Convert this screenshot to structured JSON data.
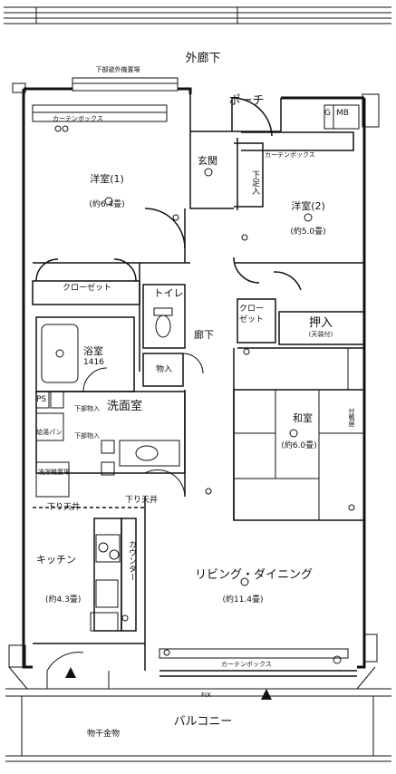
{
  "corridor": "外廊下",
  "porch": "ポーチ",
  "entrance": "玄関",
  "shoe_box": "下足入",
  "meter_box": "MB",
  "gas": "G",
  "kobeya": "下部避外機置場",
  "curtain_top_left": "カーテンボックス",
  "curtain_top_right": "カーテンボックス",
  "curtain_bottom": "カーテンボックス",
  "western1": {
    "name": "洋室(1)",
    "size": "(約6.4畳)"
  },
  "western2": {
    "name": "洋室(2)",
    "size": "(約5.0畳)"
  },
  "closet1": "クローゼット",
  "closet2": "クロー\nゼット",
  "oshiire": {
    "name": "押入",
    "note": "(天袋付)"
  },
  "toilet": "トイレ",
  "hallway": "廊下",
  "bathroom": {
    "name": "浴室",
    "size": "1416"
  },
  "storage": "物入",
  "washroom": "洗面室",
  "ps": "PS",
  "lower_storage": "下部物入",
  "water_heater": "給湯パン",
  "washing_machine": "洗濯機置場",
  "washroom_storage": "下部物入",
  "japanese_room": {
    "name": "和室",
    "size": "(約6.0畳)"
  },
  "kitchen": {
    "name": "キッチン",
    "size": "(約4.3畳)"
  },
  "counter": "カウンター",
  "lowered_ceiling_1": "下り天井",
  "lowered_ceiling_2": "下り天井",
  "living": {
    "name": "リビング・ダイニング",
    "size": "(約11.4畳)"
  },
  "balcony": "バルコニー",
  "laundry_hardware": "物干金物",
  "fix": "FIX",
  "tsuki_tana": "付鴨居"
}
